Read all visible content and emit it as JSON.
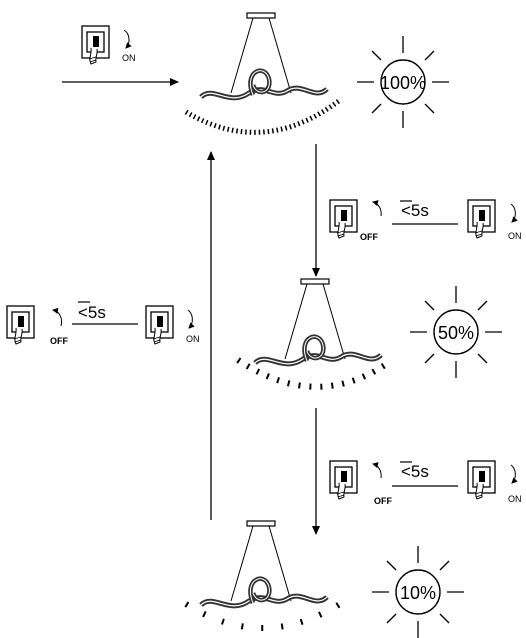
{
  "brightness": {
    "full": "100%",
    "half": "50%",
    "low": "10%"
  },
  "labels": {
    "on": "ON",
    "off": "OFF",
    "time": "<5s"
  }
}
